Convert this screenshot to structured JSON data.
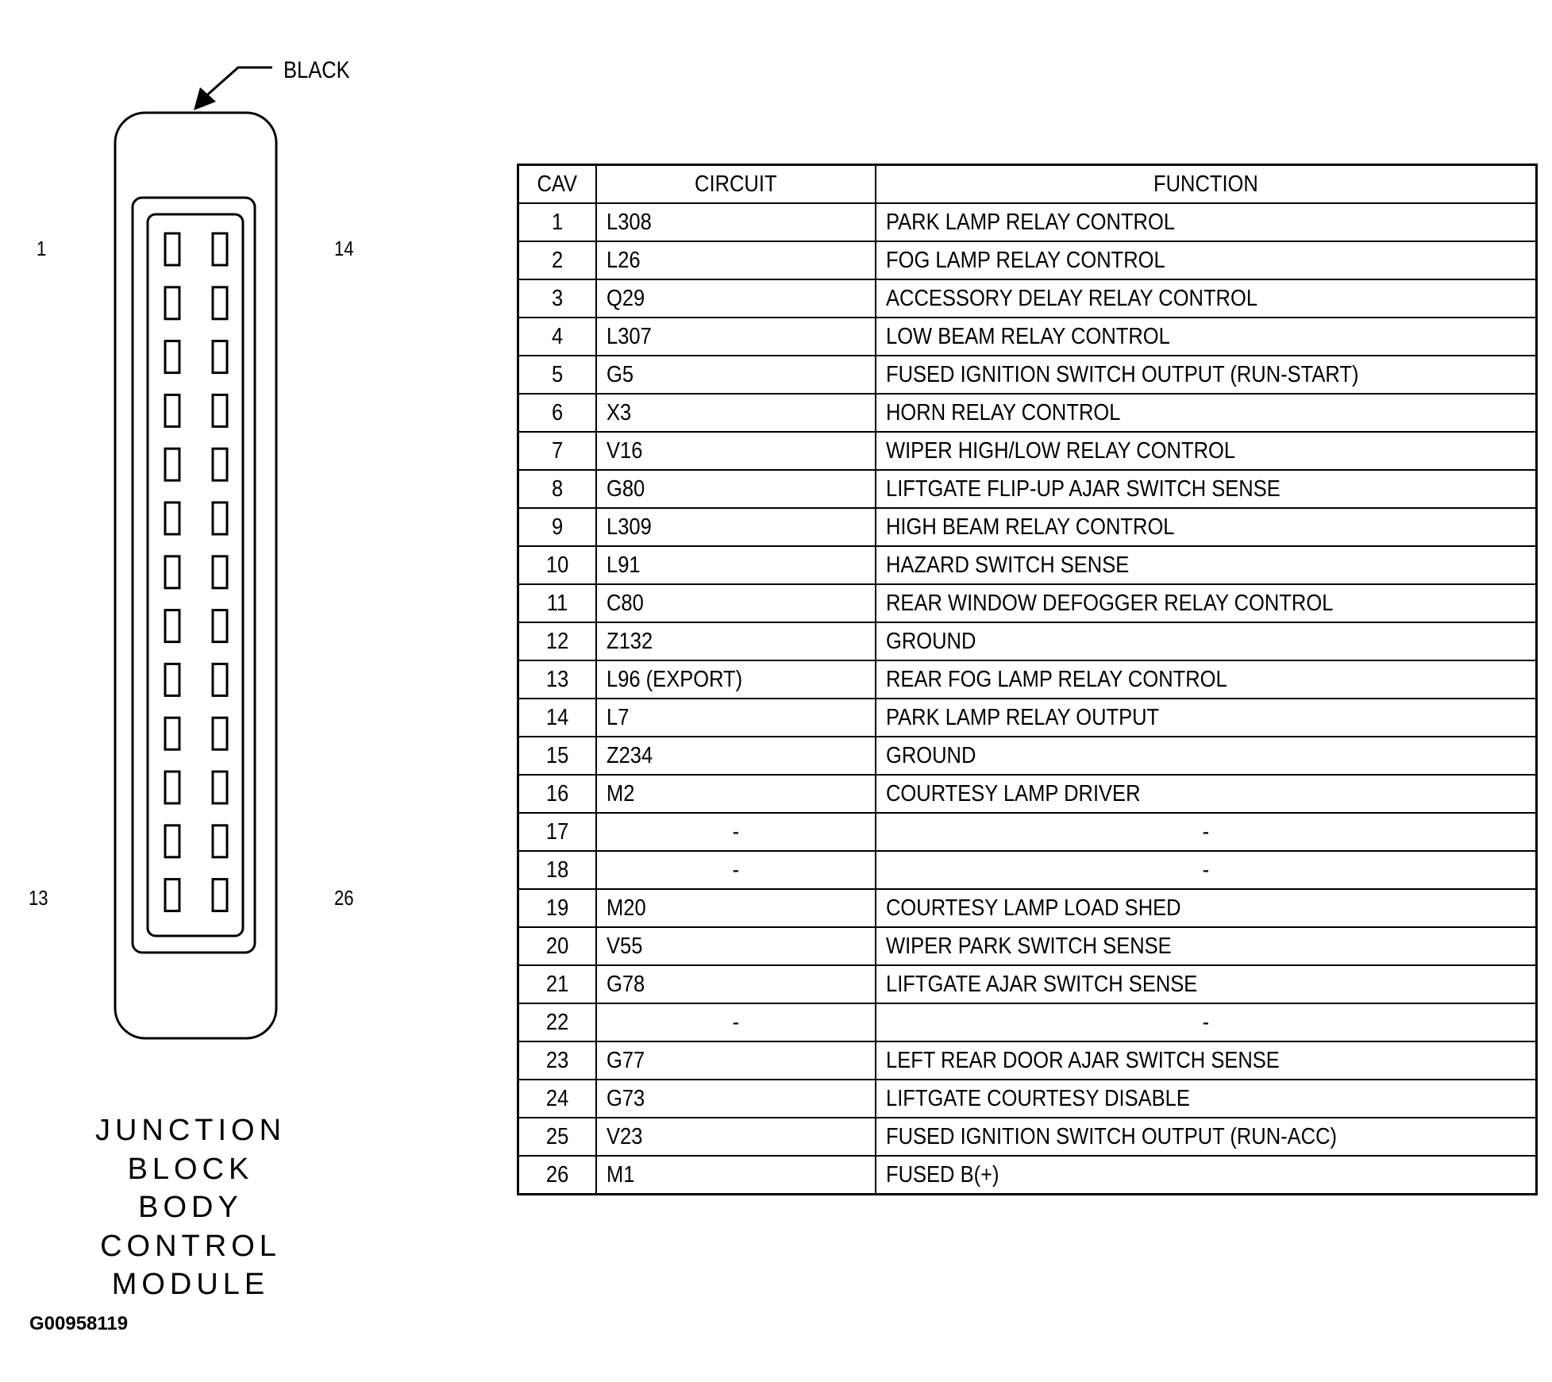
{
  "connector": {
    "color_label": "BLACK",
    "pin_labels": {
      "top_left": "1",
      "top_right": "14",
      "bottom_left": "13",
      "bottom_right": "26"
    },
    "pins_per_column": 13,
    "module_name_lines": [
      "JUNCTION",
      "BLOCK",
      "BODY",
      "CONTROL",
      "MODULE"
    ]
  },
  "figure_id": "G00958119",
  "table": {
    "headers": [
      "CAV",
      "CIRCUIT",
      "FUNCTION"
    ],
    "rows": [
      {
        "cav": "1",
        "circuit": "L308",
        "function": "PARK LAMP RELAY CONTROL"
      },
      {
        "cav": "2",
        "circuit": "L26",
        "function": "FOG LAMP RELAY CONTROL"
      },
      {
        "cav": "3",
        "circuit": "Q29",
        "function": "ACCESSORY DELAY RELAY CONTROL"
      },
      {
        "cav": "4",
        "circuit": "L307",
        "function": "LOW BEAM RELAY CONTROL"
      },
      {
        "cav": "5",
        "circuit": "G5",
        "function": "FUSED IGNITION SWITCH OUTPUT (RUN-START)"
      },
      {
        "cav": "6",
        "circuit": "X3",
        "function": "HORN RELAY CONTROL"
      },
      {
        "cav": "7",
        "circuit": "V16",
        "function": "WIPER HIGH/LOW RELAY CONTROL"
      },
      {
        "cav": "8",
        "circuit": "G80",
        "function": "LIFTGATE FLIP-UP AJAR SWITCH SENSE"
      },
      {
        "cav": "9",
        "circuit": "L309",
        "function": "HIGH BEAM RELAY CONTROL"
      },
      {
        "cav": "10",
        "circuit": "L91",
        "function": "HAZARD SWITCH SENSE"
      },
      {
        "cav": "11",
        "circuit": "C80",
        "function": "REAR WINDOW DEFOGGER RELAY CONTROL"
      },
      {
        "cav": "12",
        "circuit": "Z132",
        "function": "GROUND"
      },
      {
        "cav": "13",
        "circuit": "L96 (EXPORT)",
        "function": "REAR FOG LAMP RELAY CONTROL"
      },
      {
        "cav": "14",
        "circuit": "L7",
        "function": "PARK LAMP RELAY OUTPUT"
      },
      {
        "cav": "15",
        "circuit": "Z234",
        "function": "GROUND"
      },
      {
        "cav": "16",
        "circuit": "M2",
        "function": "COURTESY LAMP DRIVER"
      },
      {
        "cav": "17",
        "circuit": "-",
        "function": "-"
      },
      {
        "cav": "18",
        "circuit": "-",
        "function": "-"
      },
      {
        "cav": "19",
        "circuit": "M20",
        "function": "COURTESY LAMP LOAD SHED"
      },
      {
        "cav": "20",
        "circuit": "V55",
        "function": "WIPER PARK SWITCH SENSE"
      },
      {
        "cav": "21",
        "circuit": "G78",
        "function": "LIFTGATE AJAR SWITCH SENSE"
      },
      {
        "cav": "22",
        "circuit": "-",
        "function": "-"
      },
      {
        "cav": "23",
        "circuit": "G77",
        "function": "LEFT REAR DOOR AJAR SWITCH SENSE"
      },
      {
        "cav": "24",
        "circuit": "G73",
        "function": "LIFTGATE COURTESY DISABLE"
      },
      {
        "cav": "25",
        "circuit": "V23",
        "function": "FUSED IGNITION SWITCH OUTPUT (RUN-ACC)"
      },
      {
        "cav": "26",
        "circuit": "M1",
        "function": "FUSED B(+)"
      }
    ]
  }
}
